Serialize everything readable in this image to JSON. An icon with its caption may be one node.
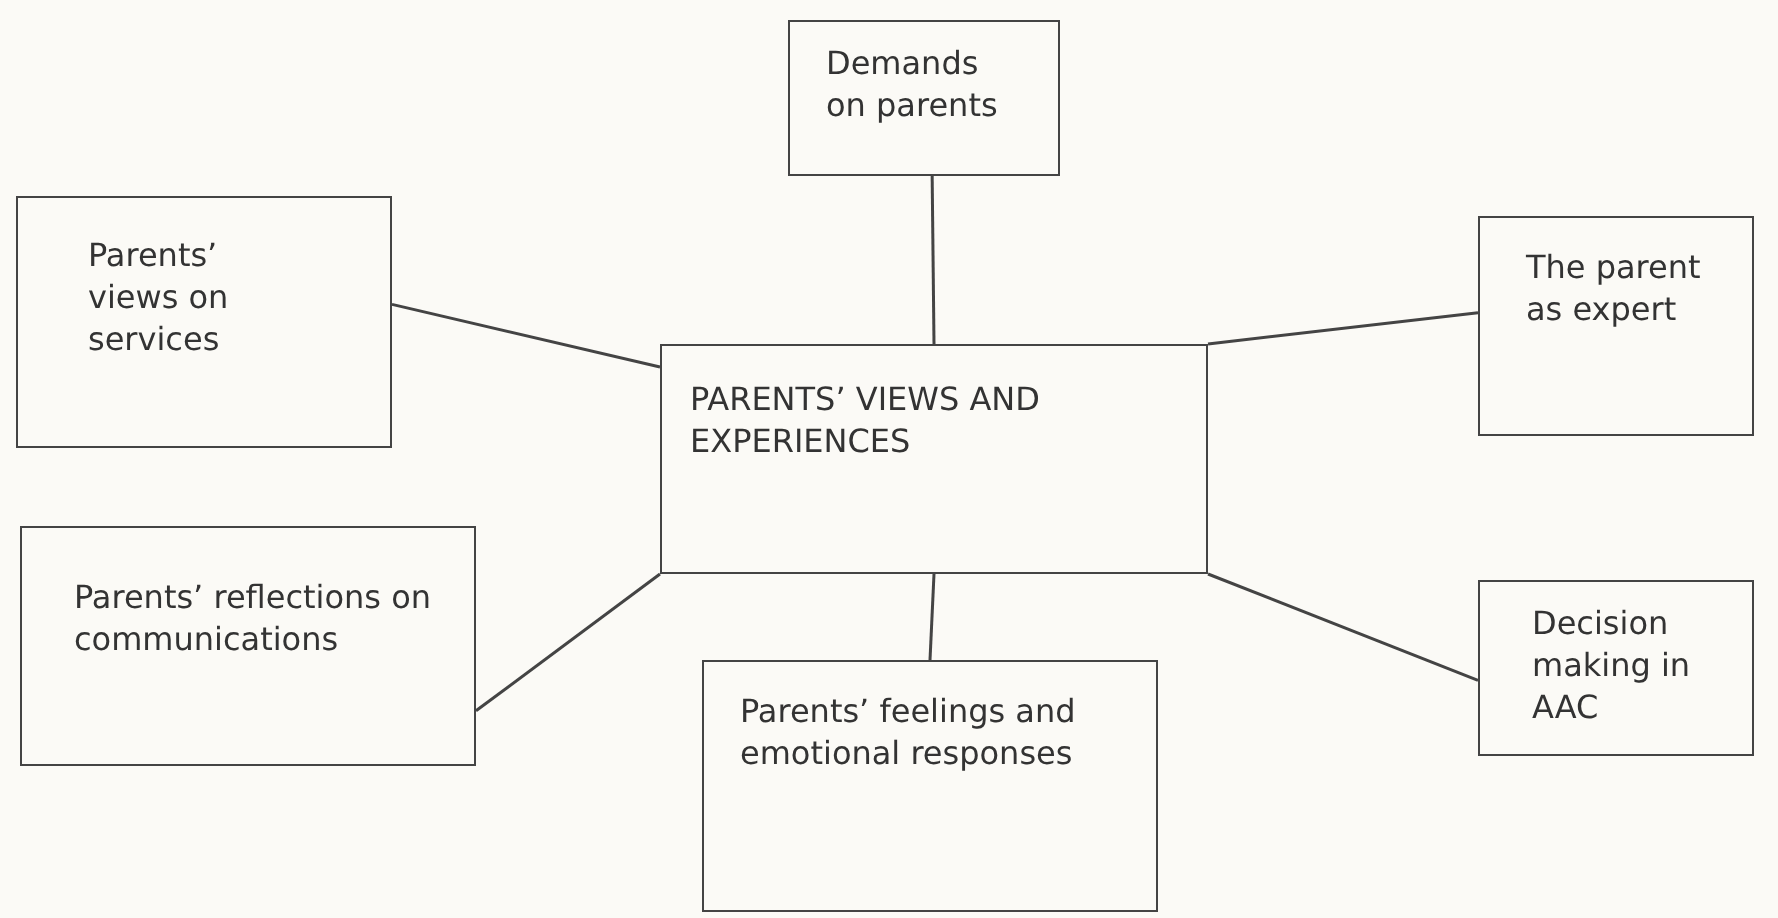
{
  "diagram": {
    "nodes": [
      {
        "text": [
          "Demands on parents"
        ]
      },
      {
        "text": [
          "Parents’ views on services"
        ]
      },
      {
        "text": [
          "PARENTS’ VIEWS AND EXPERIENCES"
        ]
      },
      {
        "text": [
          "The parent as expert"
        ]
      },
      {
        "text": [
          "Parents’ reflections on communications"
        ]
      },
      {
        "text": [
          "Decision making in AAC"
        ]
      },
      {
        "text": [
          "Parents’ feelings and emotional responses"
        ]
      }
    ],
    "edges": [
      {
        "from": 2,
        "to": 0,
        "arrow": "none"
      },
      {
        "from": 2,
        "to": 1,
        "arrow": "none"
      },
      {
        "from": 2,
        "to": 3,
        "arrow": "none"
      },
      {
        "from": 2,
        "to": 4,
        "arrow": "none"
      },
      {
        "from": 2,
        "to": 5,
        "arrow": "none"
      },
      {
        "from": 2,
        "to": 6,
        "arrow": "none"
      }
    ]
  }
}
